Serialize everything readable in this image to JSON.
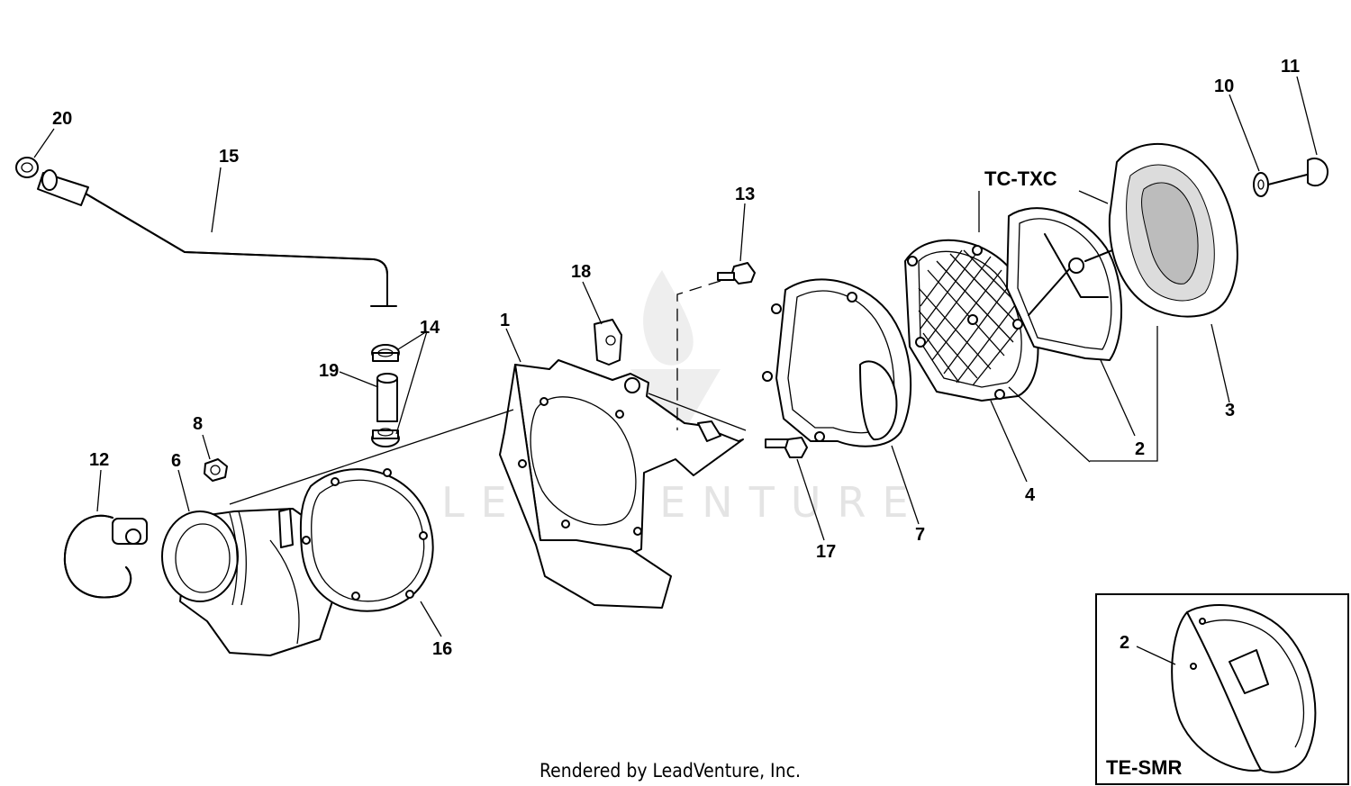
{
  "diagram": {
    "labels": [
      "1",
      "2",
      "2",
      "3",
      "4",
      "6",
      "7",
      "8",
      "10",
      "11",
      "12",
      "13",
      "14",
      "15",
      "16",
      "17",
      "18",
      "19",
      "20"
    ],
    "groups": {
      "main": "TC-TXC",
      "inset": "TE-SMR"
    },
    "watermark": "LEADVENTURE",
    "footer": "Rendered by LeadVenture, Inc."
  }
}
